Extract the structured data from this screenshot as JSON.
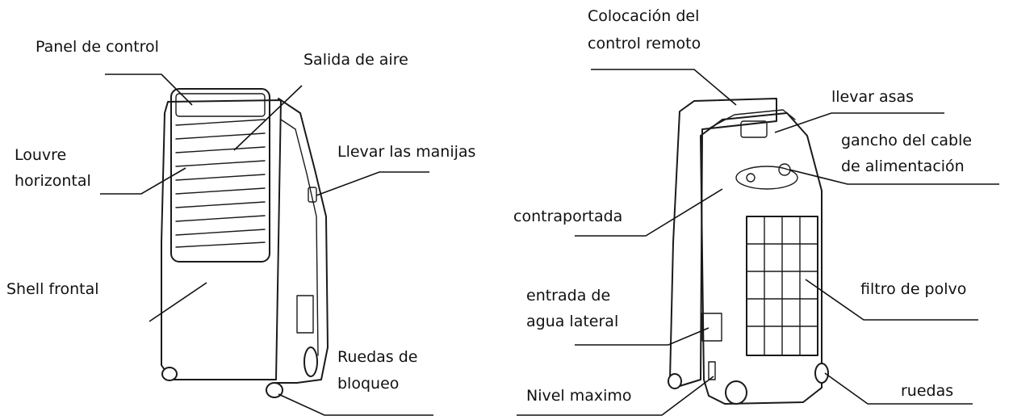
{
  "diagram": {
    "left_unit": {
      "labels": {
        "control_panel": "Panel de control",
        "air_outlet": "Salida de aire",
        "horizontal_louvre": [
          "Louvre",
          "horizontal"
        ],
        "carry_handles": "Llevar las manijas",
        "front_shell": "Shell frontal",
        "locking_wheels": [
          "Ruedas de",
          "bloqueo"
        ]
      }
    },
    "right_unit": {
      "labels": {
        "remote_placement": [
          "Colocación del",
          "control remoto"
        ],
        "carry_handles": "llevar asas",
        "power_cord_hook": [
          "gancho del cable",
          "de alimentación"
        ],
        "back_cover": "contraportada",
        "dust_filter": "filtro de polvo",
        "side_water_inlet": [
          "entrada de",
          "agua lateral"
        ],
        "max_level": "Nivel maximo",
        "wheels": "ruedas"
      }
    }
  }
}
